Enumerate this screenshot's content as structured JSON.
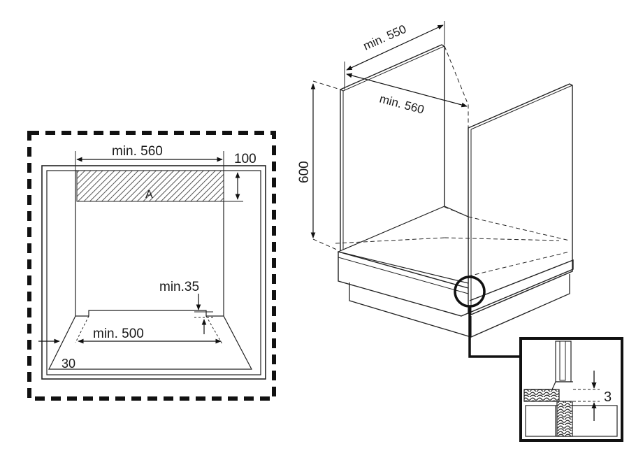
{
  "left_view": {
    "width_label": "min. 560",
    "height_label": "100",
    "area_label": "A",
    "depth_label": "min.35",
    "bottom_width_label": "min. 500",
    "side_gap_label": "30"
  },
  "right_view": {
    "top_width_label": "min. 550",
    "inner_width_label": "min. 560",
    "height_label": "600"
  },
  "detail_view": {
    "gap_label": "3"
  }
}
